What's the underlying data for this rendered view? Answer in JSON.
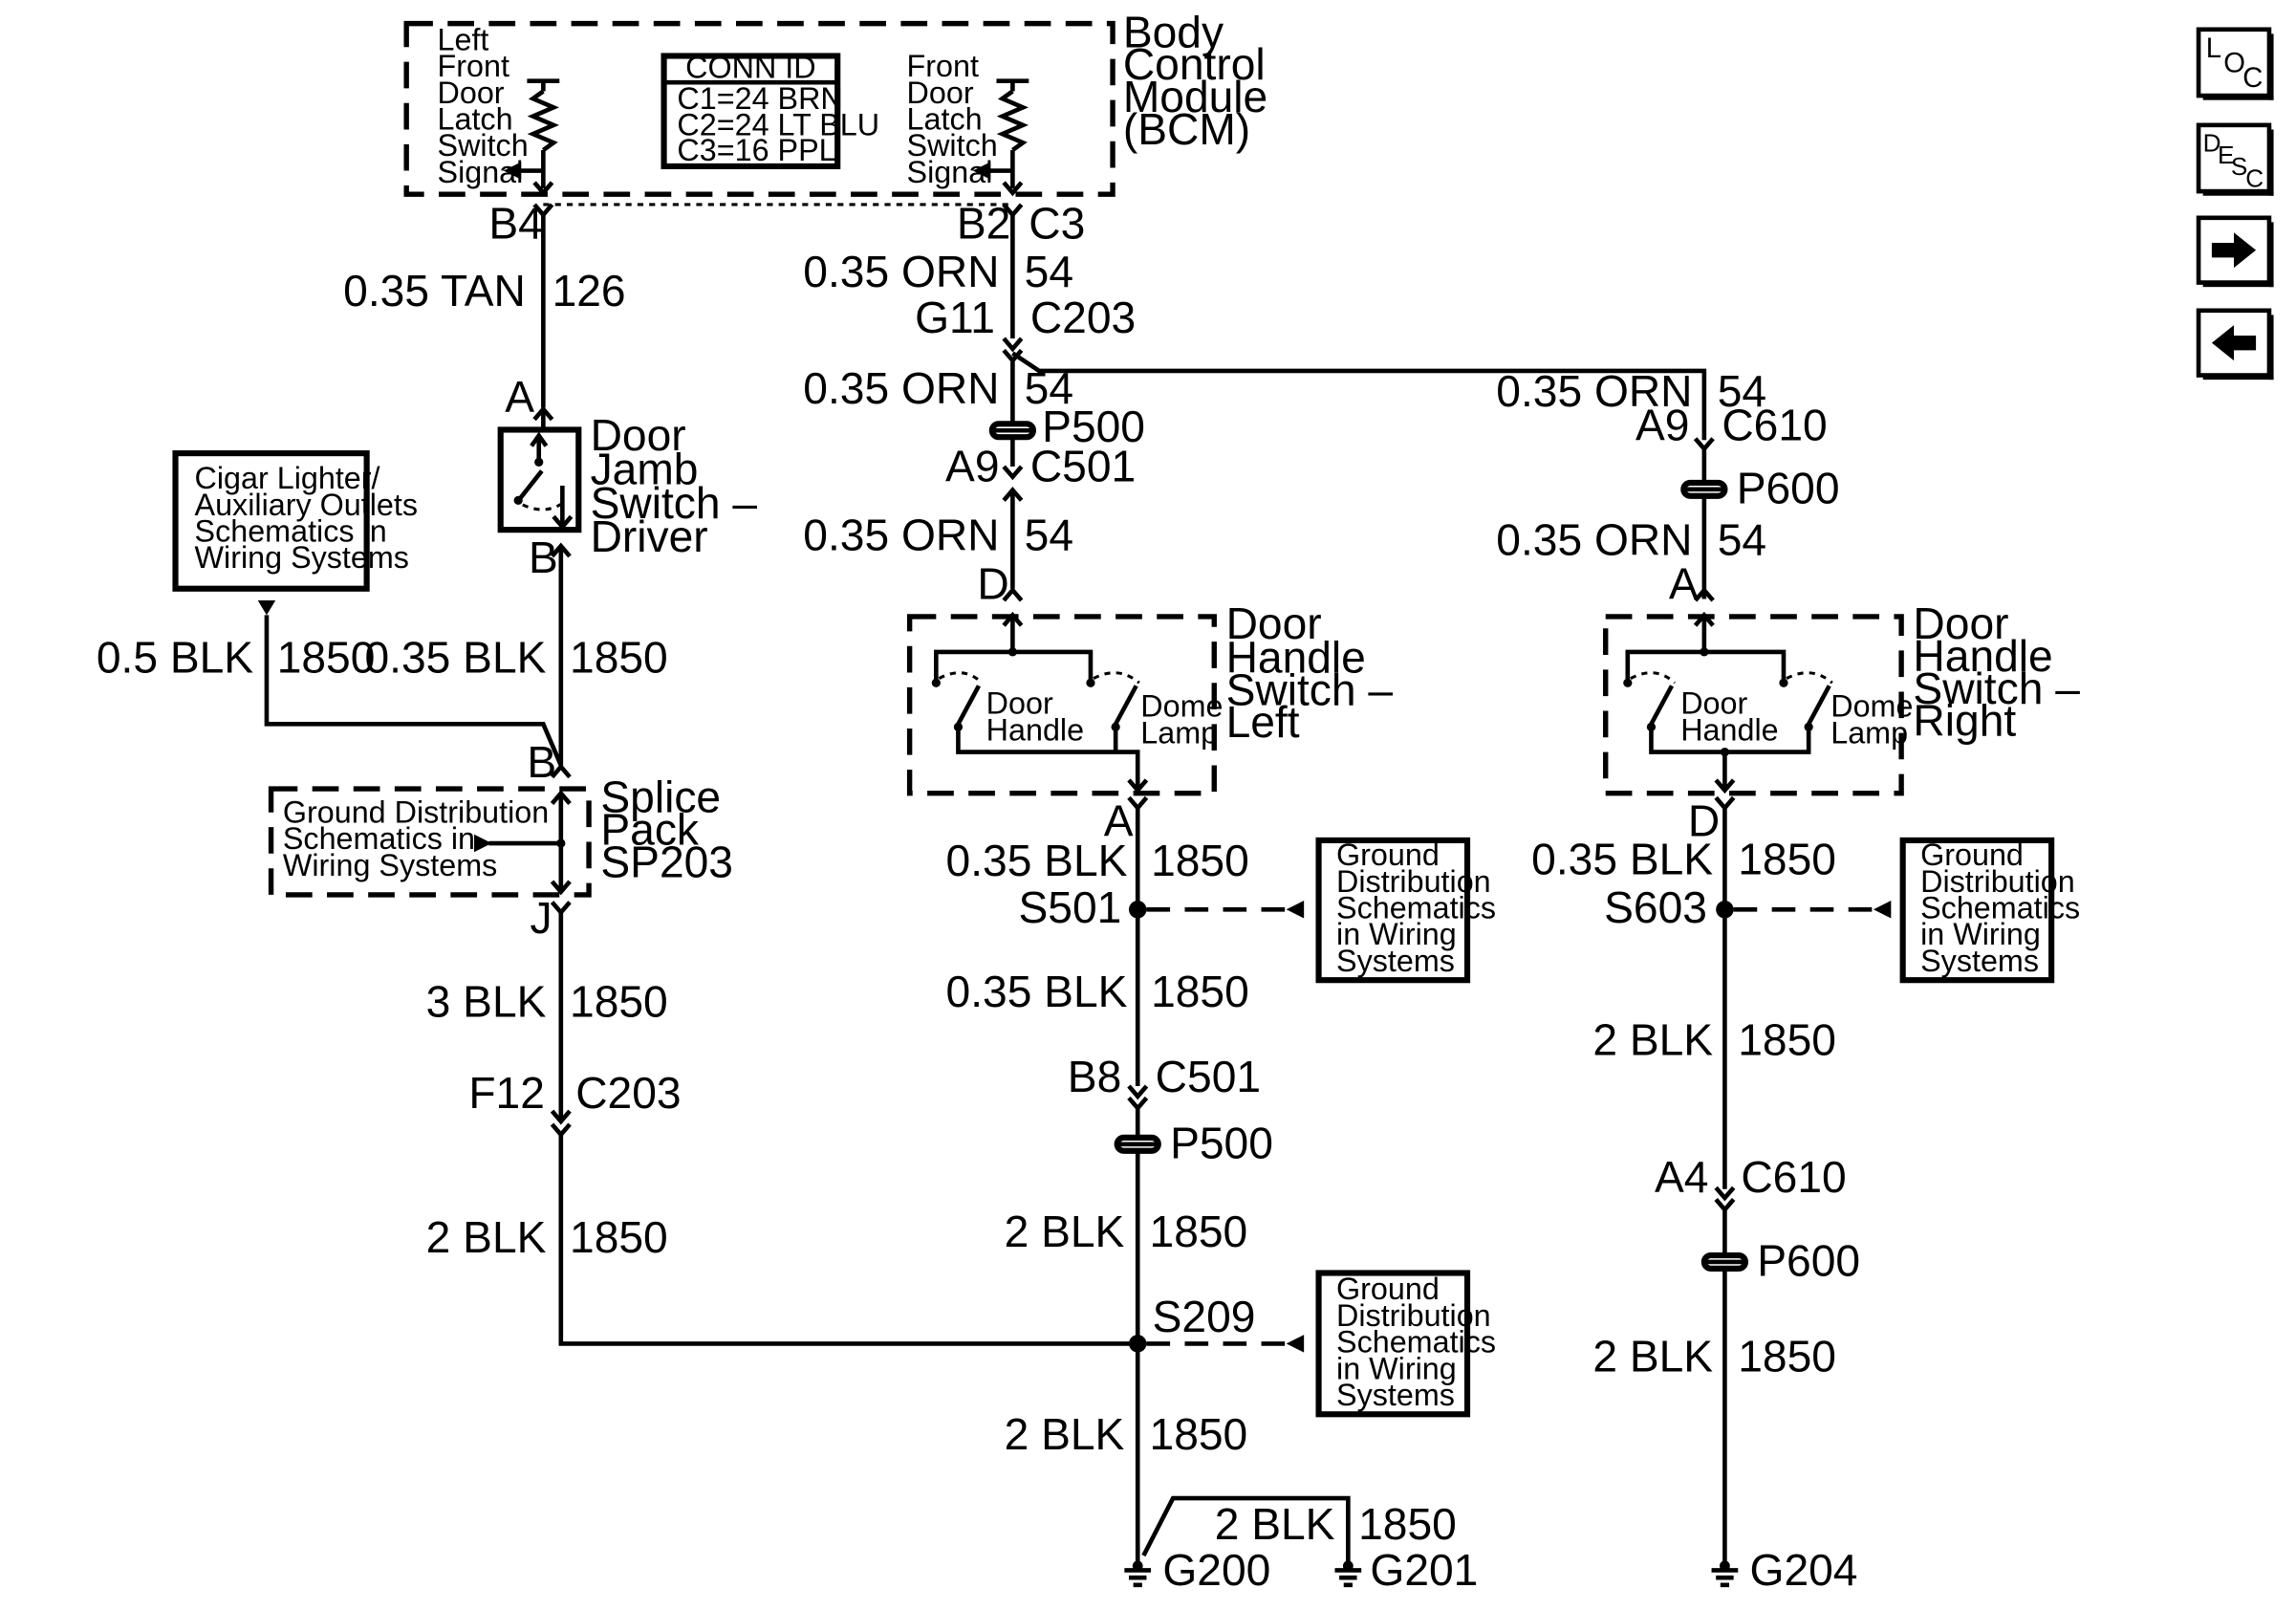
{
  "bcm": {
    "title_lines": [
      "Body",
      "Control",
      "Module",
      "(BCM)"
    ],
    "left_signal_lines": [
      "Left",
      "Front",
      "Door",
      "Latch",
      "Switch",
      "Signal"
    ],
    "right_signal_lines": [
      "Front",
      "Door",
      "Latch",
      "Switch",
      "Signal"
    ],
    "conn_id": {
      "title": "CONN ID",
      "lines": [
        "C1=24 BRN",
        "C2=24 LT BLU",
        "C3=16 PPL"
      ]
    }
  },
  "left_branch": {
    "pin_b4": "B4",
    "wire_tan": {
      "gauge": "0.35 TAN",
      "circuit": "126"
    },
    "jamb_pin_a": "A",
    "jamb_pin_b": "B",
    "jamb_switch_lines": [
      "Door",
      "Jamb",
      "Switch –",
      "Driver"
    ],
    "wire_blk_jamb": {
      "gauge": "0.35 BLK",
      "circuit": "1850"
    },
    "cigar_ref_lines": [
      "Cigar Lighter/",
      "Auxiliary Outlets",
      "Schematics in",
      "Wiring Systems"
    ],
    "wire_blk_cigar": {
      "gauge": "0.5 BLK",
      "circuit": "1850"
    },
    "splice_pin_b": "B",
    "splice_pin_j": "J",
    "splice_lines": [
      "Splice",
      "Pack",
      "SP203"
    ],
    "ground_ref_lines": [
      "Ground Distribution",
      "Schematics in",
      "Wiring Systems"
    ],
    "wire_3blk": {
      "gauge": "3 BLK",
      "circuit": "1850"
    },
    "conn_f12": {
      "pin": "F12",
      "connector": "C203"
    },
    "wire_2blk": {
      "gauge": "2 BLK",
      "circuit": "1850"
    }
  },
  "middle_branch": {
    "pin_b2": "B2",
    "conn_c3": "C3",
    "wire_orn_1": {
      "gauge": "0.35 ORN",
      "circuit": "54"
    },
    "conn_g11": {
      "pin": "G11",
      "connector": "C203"
    },
    "wire_orn_2": {
      "gauge": "0.35 ORN",
      "circuit": "54"
    },
    "p500_top": "P500",
    "conn_a9": {
      "pin": "A9",
      "connector": "C501"
    },
    "wire_orn_3": {
      "gauge": "0.35 ORN",
      "circuit": "54"
    },
    "pin_d": "D",
    "switch_lines": [
      "Door",
      "Handle",
      "Switch –",
      "Left"
    ],
    "door_handle_lines": [
      "Door",
      "Handle"
    ],
    "dome_lamp_lines": [
      "Dome",
      "Lamp"
    ],
    "pin_a": "A",
    "wire_blk_1": {
      "gauge": "0.35 BLK",
      "circuit": "1850"
    },
    "splice_s501": "S501",
    "ground_ref_1_lines": [
      "Ground",
      "Distribution",
      "Schematics",
      "in Wiring",
      "Systems"
    ],
    "wire_blk_2": {
      "gauge": "0.35 BLK",
      "circuit": "1850"
    },
    "conn_b8": {
      "pin": "B8",
      "connector": "C501"
    },
    "p500_bottom": "P500",
    "wire_2blk_1": {
      "gauge": "2 BLK",
      "circuit": "1850"
    },
    "splice_s209": "S209",
    "ground_ref_2_lines": [
      "Ground",
      "Distribution",
      "Schematics",
      "in Wiring",
      "Systems"
    ],
    "wire_2blk_2": {
      "gauge": "2 BLK",
      "circuit": "1850"
    },
    "wire_2blk_3": {
      "gauge": "2 BLK",
      "circuit": "1850"
    },
    "ground_g200": "G200",
    "ground_g201": "G201"
  },
  "right_branch": {
    "wire_orn_1": {
      "gauge": "0.35 ORN",
      "circuit": "54"
    },
    "conn_a9": {
      "pin": "A9",
      "connector": "C610"
    },
    "p600_top": "P600",
    "wire_orn_2": {
      "gauge": "0.35 ORN",
      "circuit": "54"
    },
    "pin_a": "A",
    "switch_lines": [
      "Door",
      "Handle",
      "Switch –",
      "Right"
    ],
    "door_handle_lines": [
      "Door",
      "Handle"
    ],
    "dome_lamp_lines": [
      "Dome",
      "Lamp"
    ],
    "pin_d": "D",
    "wire_blk_1": {
      "gauge": "0.35 BLK",
      "circuit": "1850"
    },
    "splice_s603": "S603",
    "ground_ref_lines": [
      "Ground",
      "Distribution",
      "Schematics",
      "in Wiring",
      "Systems"
    ],
    "wire_2blk_1": {
      "gauge": "2 BLK",
      "circuit": "1850"
    },
    "conn_a4": {
      "pin": "A4",
      "connector": "C610"
    },
    "p600_bottom": "P600",
    "wire_2blk_2": {
      "gauge": "2 BLK",
      "circuit": "1850"
    },
    "ground_g204": "G204"
  },
  "nav": {
    "loc": {
      "l": "L",
      "o": "O",
      "c": "C"
    },
    "desc": {
      "d": "D",
      "e": "E",
      "s": "S",
      "c": "C"
    },
    "next_icon": "arrow-right-icon",
    "prev_icon": "arrow-left-icon"
  }
}
